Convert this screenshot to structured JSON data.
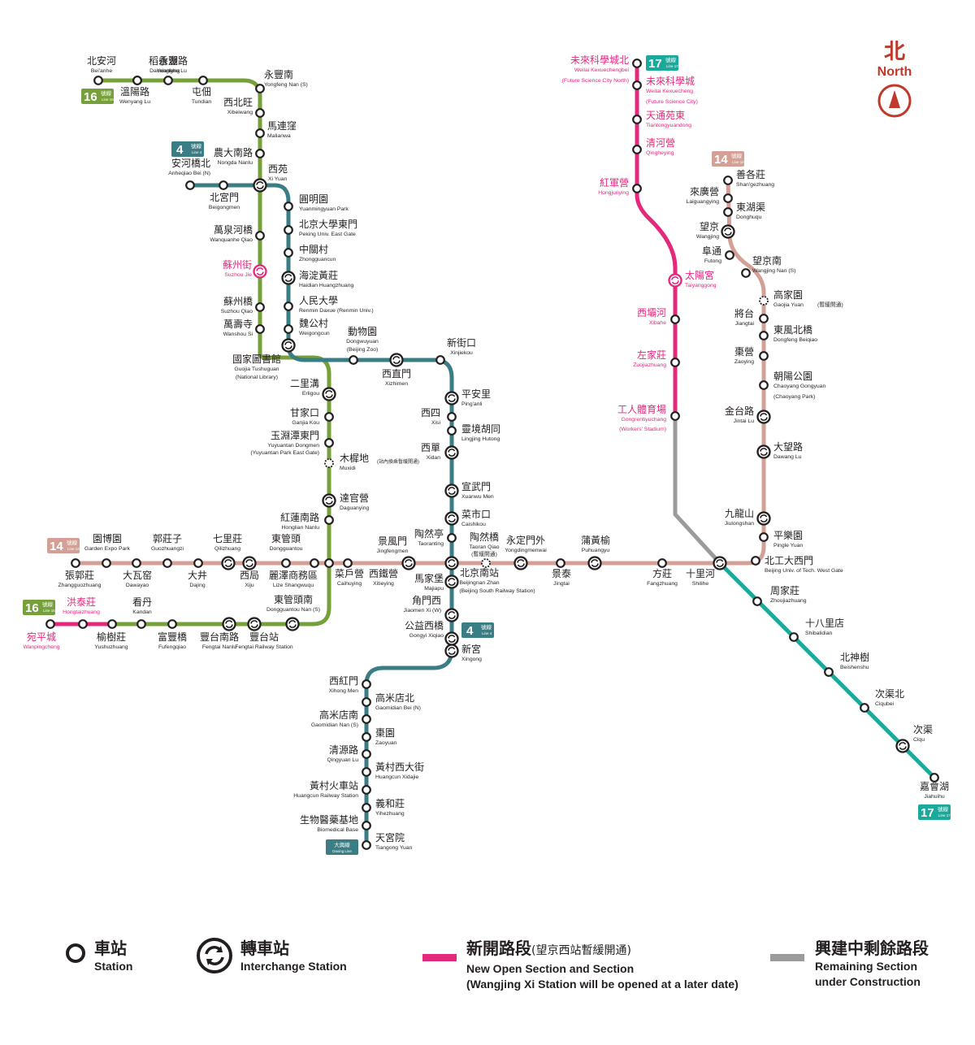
{
  "compass": {
    "zh": "北",
    "en": "North",
    "color": "#c0392b"
  },
  "colors": {
    "line4": "#3a7d84",
    "line14": "#d4a095",
    "line16": "#76a13a",
    "line17": "#1aa99a",
    "new_section": "#e4287c",
    "construction": "#9b9b9b",
    "daxing": "#3a7d84"
  },
  "badges": [
    {
      "id": "badge-line16-top",
      "num": "16",
      "zh": "號線",
      "en": "Line 16",
      "color": "#76a13a"
    },
    {
      "id": "badge-line4-top",
      "num": "4",
      "zh": "號線",
      "en": "Line 4",
      "color": "#3a7d84"
    },
    {
      "id": "badge-line17-top",
      "num": "17",
      "zh": "號線",
      "en": "Line 17",
      "color": "#1aa99a"
    },
    {
      "id": "badge-line14-top",
      "num": "14",
      "zh": "號線",
      "en": "Line 14",
      "color": "#d4a095"
    },
    {
      "id": "badge-line14-left",
      "num": "14",
      "zh": "號線",
      "en": "Line 14",
      "color": "#d4a095"
    },
    {
      "id": "badge-line16-bottom",
      "num": "16",
      "zh": "號線",
      "en": "Line 16",
      "color": "#76a13a"
    },
    {
      "id": "badge-line4-bottom",
      "num": "4",
      "zh": "號線",
      "en": "Line 4",
      "color": "#3a7d84"
    },
    {
      "id": "badge-line17-bottom",
      "num": "17",
      "zh": "號線",
      "en": "Line 17",
      "color": "#1aa99a"
    },
    {
      "id": "badge-daxing",
      "num": "",
      "zh": "大興線",
      "en": "Daxing Line",
      "color": "#3a7d84"
    }
  ],
  "stations": [
    {
      "zh": "北安河",
      "en": "Bei'anhe"
    },
    {
      "zh": "稻香湖路",
      "en": "Daoxianghu Lu"
    },
    {
      "zh": "永豐",
      "en": "Yongfeng"
    },
    {
      "zh": "永豐南",
      "en": "Yongfeng Nan (S)"
    },
    {
      "zh": "溫陽路",
      "en": "Wenyang Lu"
    },
    {
      "zh": "屯佃",
      "en": "Tundian"
    },
    {
      "zh": "西北旺",
      "en": "Xibeiwang"
    },
    {
      "zh": "馬連窪",
      "en": "Malianwa"
    },
    {
      "zh": "農大南路",
      "en": "Nongda Nanlu"
    },
    {
      "zh": "安河橋北",
      "en": "Anheqiao Bei (N)"
    },
    {
      "zh": "西苑",
      "en": "Xi Yuan"
    },
    {
      "zh": "北宮門",
      "en": "Beigongmen"
    },
    {
      "zh": "圓明園",
      "en": "Yuanmingyuan Park"
    },
    {
      "zh": "北京大學東門",
      "en": "Peking Univ. East Gate"
    },
    {
      "zh": "萬泉河橋",
      "en": "Wanquanhe Qiao"
    },
    {
      "zh": "中關村",
      "en": "Zhongguancun"
    },
    {
      "zh": "蘇州街",
      "en": "Suzhou Jie"
    },
    {
      "zh": "海淀黃莊",
      "en": "Haidian Huangzhuang"
    },
    {
      "zh": "人民大學",
      "en": "Renmin Daxue (Renmin Univ.)"
    },
    {
      "zh": "蘇州橋",
      "en": "Suzhou Qiao"
    },
    {
      "zh": "魏公村",
      "en": "Weigongcun"
    },
    {
      "zh": "萬壽寺",
      "en": "Wanshou Si"
    },
    {
      "zh": "動物園",
      "en": "Dongwuyuan"
    },
    {
      "zh": "國家圖書館",
      "en": "Guojia Tushuguan"
    },
    {
      "zh": "西直門",
      "en": "Xizhimen"
    },
    {
      "zh": "新街口",
      "en": "Xinjiekou"
    },
    {
      "zh": "二里溝",
      "en": "Erligou"
    },
    {
      "zh": "平安里",
      "en": "Ping'anli"
    },
    {
      "zh": "甘家口",
      "en": "Ganjia Kou"
    },
    {
      "zh": "西四",
      "en": "Xisi"
    },
    {
      "zh": "靈境胡同",
      "en": "Lingjing Hutong"
    },
    {
      "zh": "玉淵潭東門",
      "en": "Yuyuantan Dongmen"
    },
    {
      "zh": "西單",
      "en": "Xidan"
    },
    {
      "zh": "木樨地",
      "en": "Muxidi"
    },
    {
      "zh": "宣武門",
      "en": "Xuanwu Men"
    },
    {
      "zh": "達官營",
      "en": "Daguanying"
    },
    {
      "zh": "菜市口",
      "en": "Caishikou"
    },
    {
      "zh": "紅蓮南路",
      "en": "Honglian Nanlu"
    },
    {
      "zh": "陶然亭",
      "en": "Taoranting"
    },
    {
      "zh": "陶然橋",
      "en": "Taoran Qiao"
    },
    {
      "zh": "永定門外",
      "en": "Yongdingmenwai"
    },
    {
      "zh": "蒲黃榆",
      "en": "Puhuangyu"
    },
    {
      "zh": "園博園",
      "en": "Garden Expo Park"
    },
    {
      "zh": "郭莊子",
      "en": "Guozhuangzi"
    },
    {
      "zh": "七里莊",
      "en": "Qilizhuang"
    },
    {
      "zh": "東管頭",
      "en": "Dongguantou"
    },
    {
      "zh": "景風門",
      "en": "Jingfengmen"
    },
    {
      "zh": "張郭莊",
      "en": "Zhangguozhuang"
    },
    {
      "zh": "大瓦窑",
      "en": "Dawayao"
    },
    {
      "zh": "大井",
      "en": "Dajing"
    },
    {
      "zh": "西局",
      "en": "Xiju"
    },
    {
      "zh": "麗澤商務區",
      "en": "Lize Shangwuqu"
    },
    {
      "zh": "菜戶營",
      "en": "Caihuying"
    },
    {
      "zh": "西鐵營",
      "en": "Xitieying"
    },
    {
      "zh": "馬家堡",
      "en": "Majiapu"
    },
    {
      "zh": "北京南站",
      "en": "Beijingnan Zhan"
    },
    {
      "zh": "景泰",
      "en": "Jingtai"
    },
    {
      "zh": "方莊",
      "en": "Fangzhuang"
    },
    {
      "zh": "十里河",
      "en": "Shilihe"
    },
    {
      "zh": "北工大西門",
      "en": "Beijing Univ. of Tech. West Gate"
    },
    {
      "zh": "洪泰莊",
      "en": "Hongtaizhuang"
    },
    {
      "zh": "看丹",
      "en": "Kandan"
    },
    {
      "zh": "東管頭南",
      "en": "Dongguantou Nan (S)"
    },
    {
      "zh": "宛平城",
      "en": "Wanpingcheng"
    },
    {
      "zh": "榆樹莊",
      "en": "Yushuzhuang"
    },
    {
      "zh": "富豐橋",
      "en": "Fufengqiao"
    },
    {
      "zh": "豐台南路",
      "en": "Fengtai Nanlu"
    },
    {
      "zh": "豐台站",
      "en": "Fengtai Railway Station"
    },
    {
      "zh": "角門西",
      "en": "Jiaomen Xi (W)"
    },
    {
      "zh": "公益西橋",
      "en": "Gongyi Xiqiao"
    },
    {
      "zh": "新宮",
      "en": "Xingong"
    },
    {
      "zh": "西紅門",
      "en": "Xihong Men"
    },
    {
      "zh": "高米店北",
      "en": "Gaomidian Bei (N)"
    },
    {
      "zh": "高米店南",
      "en": "Gaomidian Nan (S)"
    },
    {
      "zh": "棗園",
      "en": "Zaoyuan"
    },
    {
      "zh": "清源路",
      "en": "Qingyuan Lu"
    },
    {
      "zh": "黃村西大街",
      "en": "Huangcun Xidajie"
    },
    {
      "zh": "黃村火車站",
      "en": "Huangcun Railway Station"
    },
    {
      "zh": "義和莊",
      "en": "Yihezhuang"
    },
    {
      "zh": "生物醫藥基地",
      "en": "Biomedical Base"
    },
    {
      "zh": "天宮院",
      "en": "Tiangong Yuan"
    },
    {
      "zh": "未來科學城北",
      "en": "Weilai Kexuechengbei"
    },
    {
      "zh": "未來科學城",
      "en": "Weilai Kexuecheng"
    },
    {
      "zh": "天通苑東",
      "en": "Tiantongyuandong"
    },
    {
      "zh": "清河營",
      "en": "Qingheying"
    },
    {
      "zh": "紅軍營",
      "en": "Hongjunying"
    },
    {
      "zh": "太陽宮",
      "en": "Taiyanggong"
    },
    {
      "zh": "西壩河",
      "en": "Xibahe"
    },
    {
      "zh": "左家莊",
      "en": "Zuojiazhuang"
    },
    {
      "zh": "工人體育場",
      "en": "Gongrentiyuchang"
    },
    {
      "zh": "周家莊",
      "en": "Zhoujiazhuang"
    },
    {
      "zh": "十八里店",
      "en": "Shibalidian"
    },
    {
      "zh": "北神樹",
      "en": "Beishenshu"
    },
    {
      "zh": "次渠北",
      "en": "Ciqubei"
    },
    {
      "zh": "次渠",
      "en": "Ciqu"
    },
    {
      "zh": "嘉會湖",
      "en": "Jiahuihu"
    },
    {
      "zh": "善各莊",
      "en": "Shan'gezhuang"
    },
    {
      "zh": "來廣營",
      "en": "Laiguangying"
    },
    {
      "zh": "東湖渠",
      "en": "Donghuqu"
    },
    {
      "zh": "望京",
      "en": "Wangjing"
    },
    {
      "zh": "阜通",
      "en": "Futong"
    },
    {
      "zh": "望京南",
      "en": "Wangjing Nan (S)"
    },
    {
      "zh": "高家園",
      "en": "Gaojia Yuan"
    },
    {
      "zh": "將台",
      "en": "Jiangtai"
    },
    {
      "zh": "東風北橋",
      "en": "Dongfeng Beiqiao"
    },
    {
      "zh": "棗營",
      "en": "Zaoying"
    },
    {
      "zh": "朝陽公園",
      "en": "Chaoyang Gongyuan"
    },
    {
      "zh": "金台路",
      "en": "Jintai Lu"
    },
    {
      "zh": "大望路",
      "en": "Dawang Lu"
    },
    {
      "zh": "九龍山",
      "en": "Jiulongshan"
    },
    {
      "zh": "平樂園",
      "en": "Pingle Yuan"
    }
  ],
  "notes": {
    "zoo_sub": "(Beijing Zoo)",
    "library_sub": "(National Library)",
    "yuyuantan_sub": "(Yuyuantan Park East Gate)",
    "muxidi_note_zh": "(站內換乘暫緩開通)",
    "taoranqiao_sub": "(暫緩開通)",
    "beijingnan_sub": "(Beijing South Railway Station)",
    "weilaibei_sub": "(Future Science City North)",
    "weilai_sub": "(Future Science City)",
    "workers_sub": "(Workers' Stadium)",
    "gaojiayuan_note": "(暫緩開通)",
    "chaoyang_sub": "(Chaoyang Park)"
  },
  "legend": {
    "station_zh": "車站",
    "station_en": "Station",
    "interchange_zh": "轉車站",
    "interchange_en": "Interchange Station",
    "new_zh": "新開路段",
    "new_zh_note": "(望京西站暫緩開通)",
    "new_en1": "New Open Section and Section",
    "new_en2": "(Wangjing Xi Station will be opened at a later date)",
    "remain_zh": "興建中剩餘路段",
    "remain_en1": "Remaining Section",
    "remain_en2": "under Construction"
  }
}
